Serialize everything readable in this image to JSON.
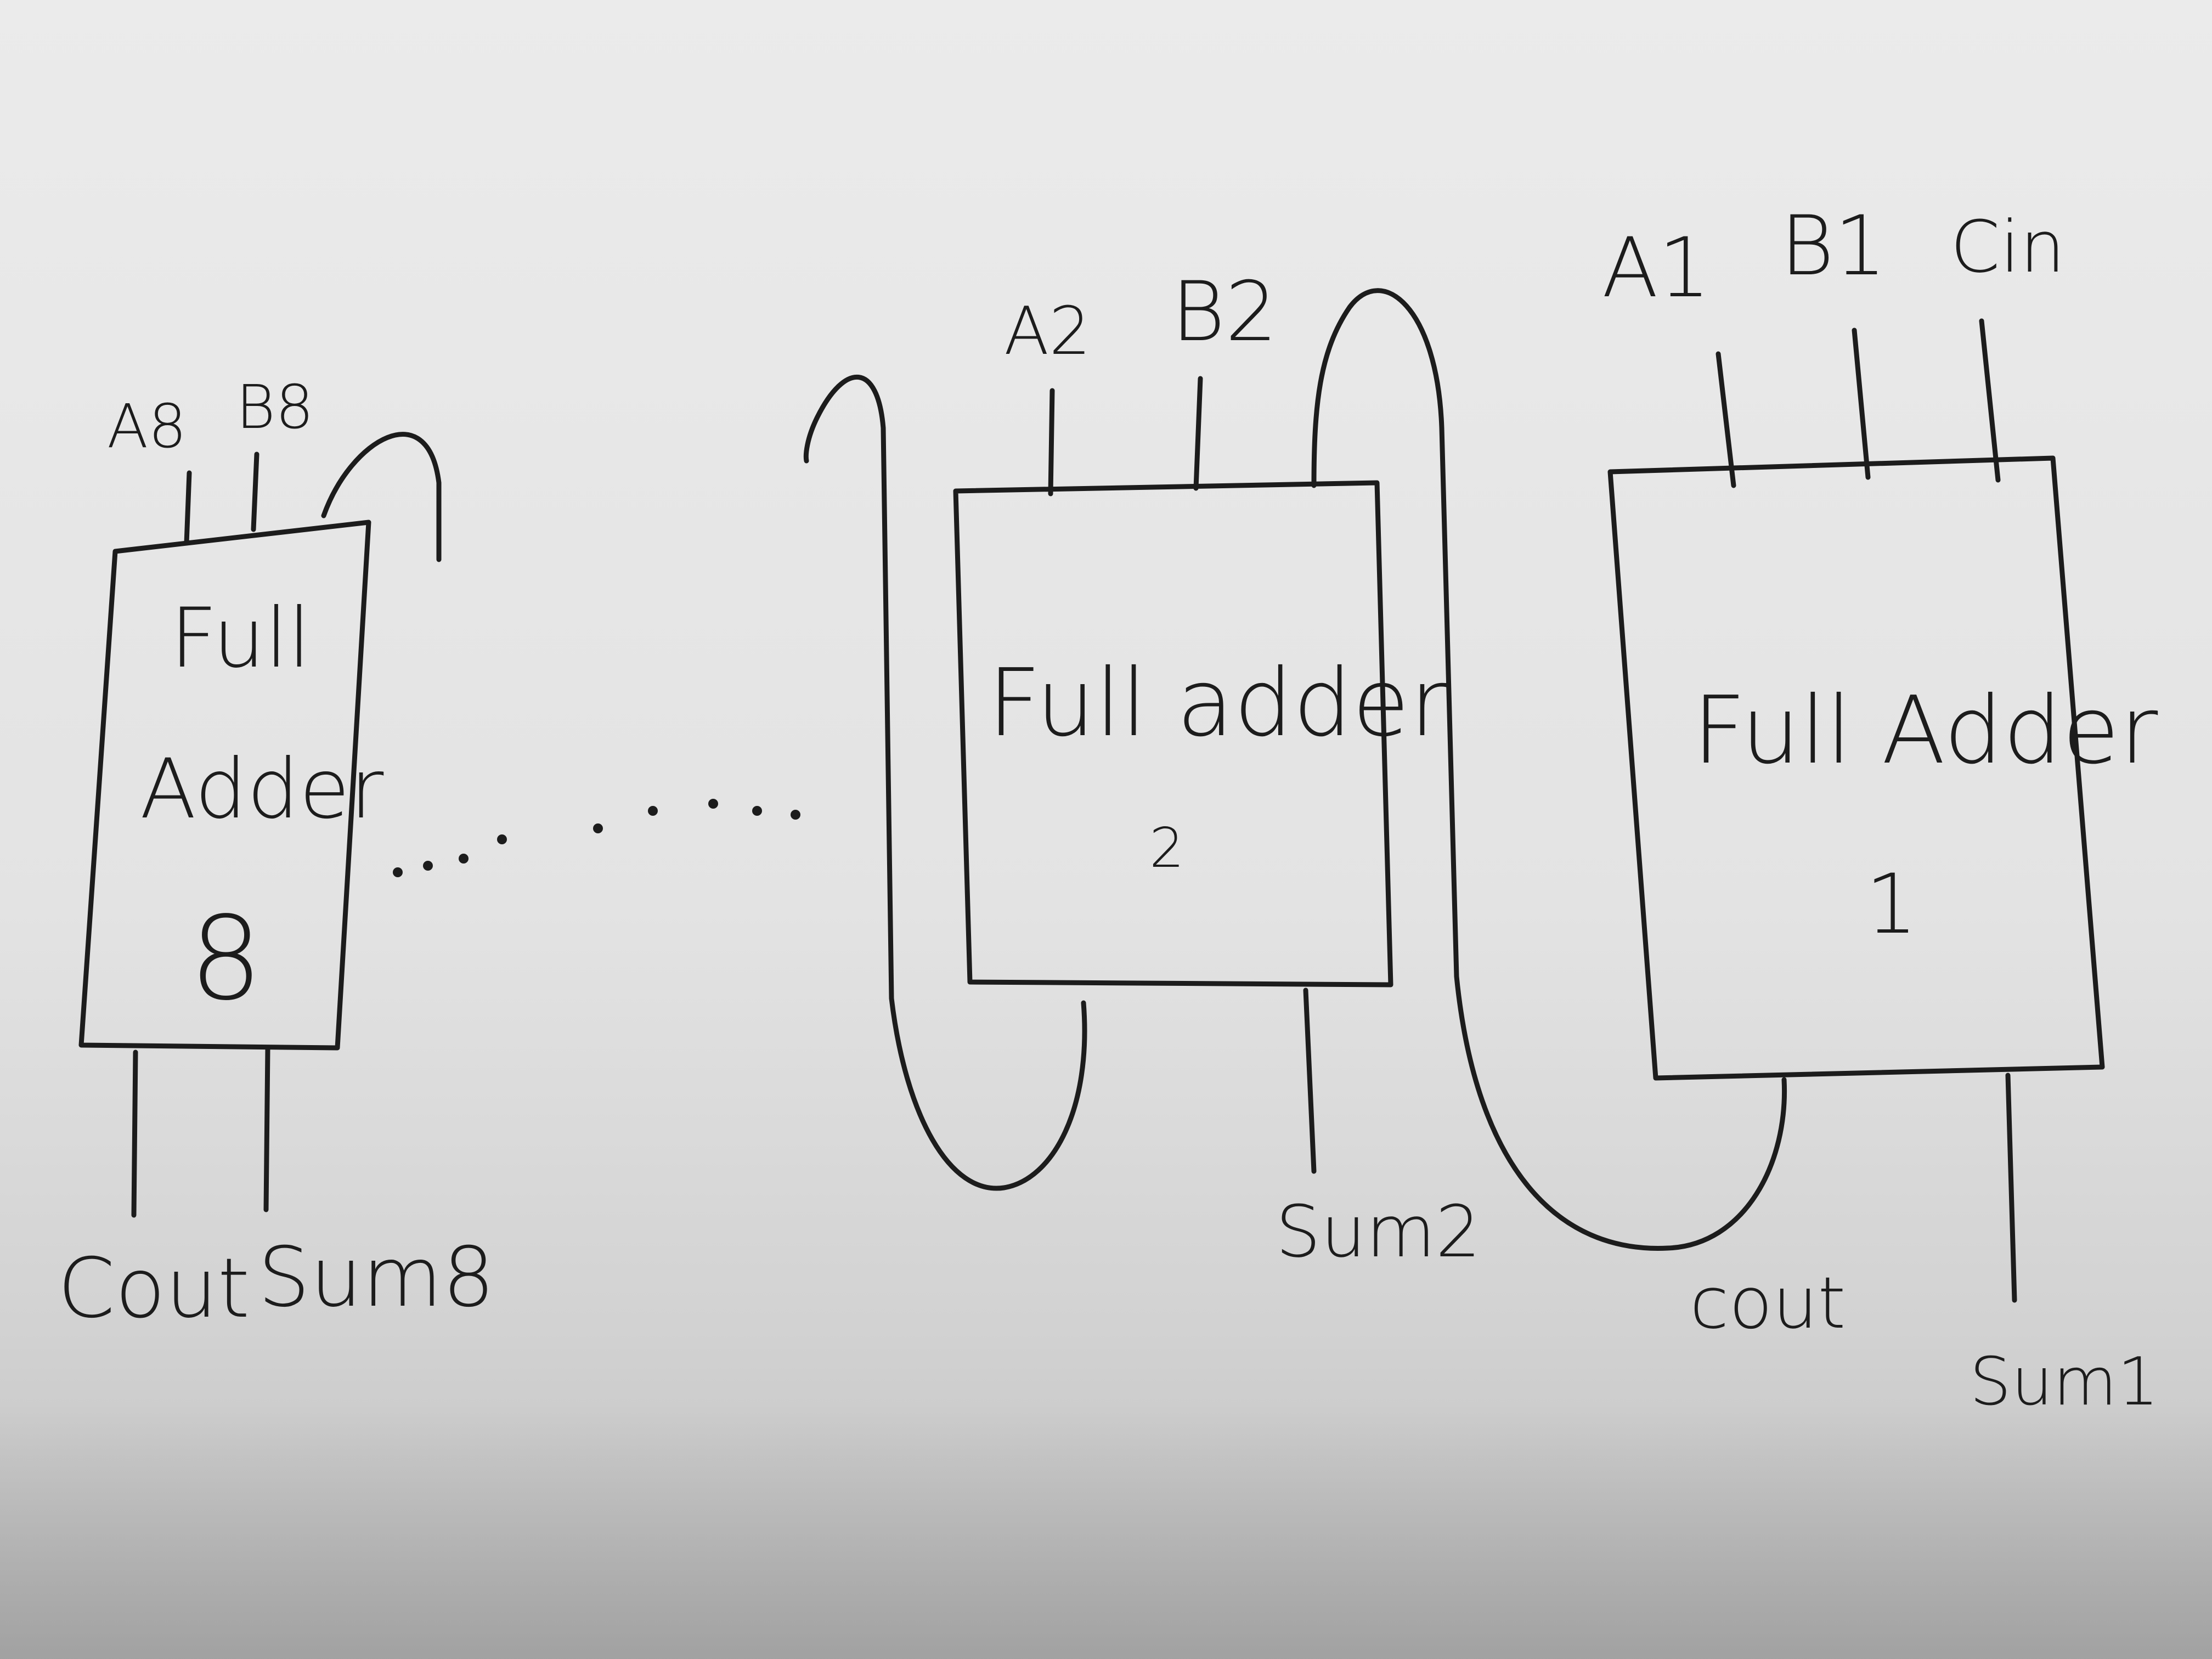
{
  "adders": [
    {
      "name_lines": [
        "Full",
        "Adder",
        "8"
      ],
      "inputs": [
        "A8",
        "B8"
      ],
      "outputs": [
        "Cout",
        "Sum8"
      ]
    },
    {
      "name_lines": [
        "Full adder",
        "2"
      ],
      "inputs": [
        "A2",
        "B2"
      ],
      "outputs": [
        "Sum2"
      ]
    },
    {
      "name_lines": [
        "Full Adder",
        "1"
      ],
      "inputs": [
        "A1",
        "B1",
        "Cin"
      ],
      "outputs": [
        "cout",
        "Sum1"
      ]
    }
  ]
}
